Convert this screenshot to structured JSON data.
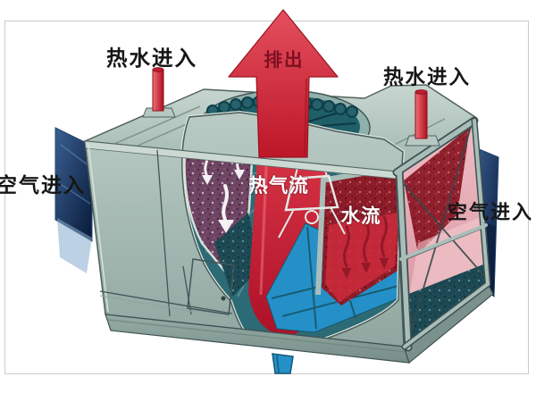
{
  "diagram": {
    "labels": {
      "exhaust": "排出",
      "hot_water_left": "热水进入",
      "hot_water_right": "热水进入",
      "air_in_left": "空气进入",
      "air_in_right": "空气进入",
      "hot_air_flow": "热气流",
      "water_flow": "水流"
    },
    "colors": {
      "arrow_red": "#cf2433",
      "pipe_red": "#d5202f",
      "panel_sage": "#aec2bc",
      "louver_navy": "#12305a",
      "fan_teal": "#1e5f68",
      "interior_purple": "#6e4562",
      "water_blue": "#2590c8",
      "right_panel_pink": "#e3a8b0",
      "label_dark": "#161616",
      "label_light": "#ffffff",
      "exhaust_text": "#7c1020"
    }
  }
}
